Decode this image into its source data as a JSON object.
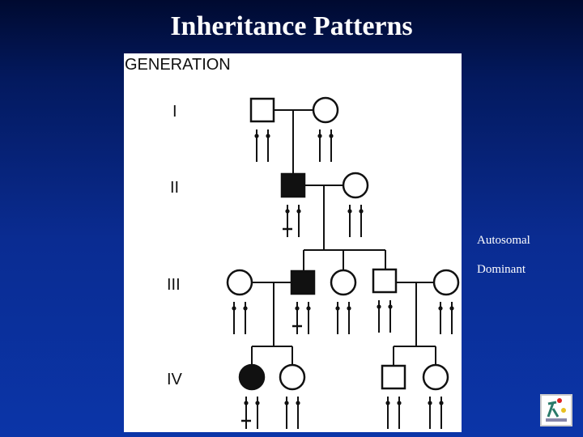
{
  "slide": {
    "title": "Inheritance Patterns",
    "side_label_line1": "Autosomal",
    "side_label_line2": "Dominant"
  },
  "diagram": {
    "header": "GENERATION",
    "generations": [
      "I",
      "II",
      "III",
      "IV"
    ]
  },
  "colors": {
    "background": "#0a2c92",
    "text": "#ffffff",
    "ink": "#111111"
  }
}
